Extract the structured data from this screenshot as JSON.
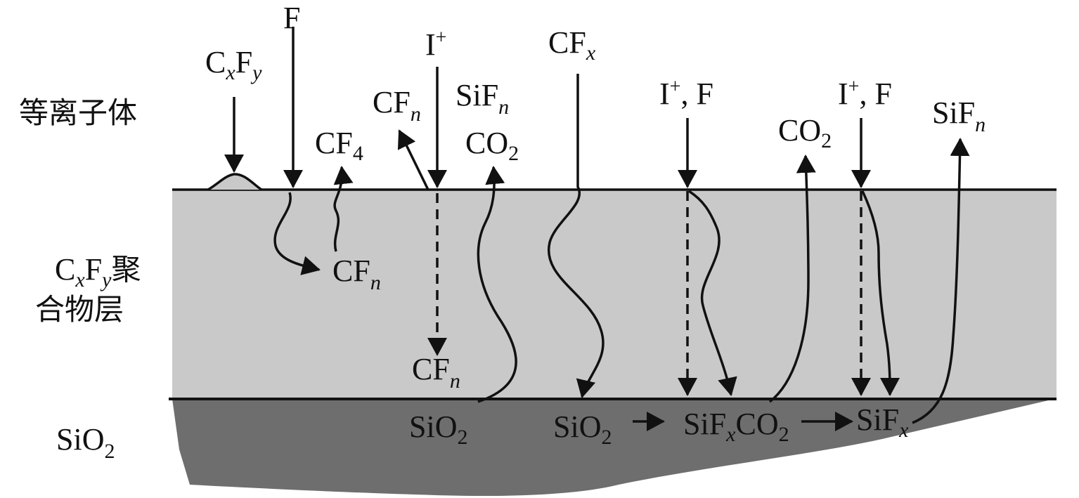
{
  "regions": {
    "plasma": "等离子体",
    "polymer_line1": "C",
    "polymer_sub1": "x",
    "polymer_f": "F",
    "polymer_sub2": "y",
    "polymer_tail": "聚",
    "polymer_line2": "合物层",
    "substrate": "SiO",
    "substrate_sub": "2"
  },
  "species": {
    "cxfy_c": "C",
    "cxfy_x": "x",
    "cxfy_f": "F",
    "cxfy_y": "y",
    "f_top": "F",
    "cf4": "CF",
    "cf4_sub": "4",
    "cfn_mid": "CF",
    "cfn_mid_sub": "n",
    "ion": "I",
    "ion_sup": "+",
    "cfn_up": "CF",
    "cfn_up_sub": "n",
    "sifn_up": "SiF",
    "sifn_up_sub": "n",
    "co2_a": "CO",
    "co2_a_sub": "2",
    "cfx": "CF",
    "cfx_sub": "x",
    "cfn_bottom": "CF",
    "cfn_bottom_sub": "n",
    "ion_f_1": "I",
    "ion_f_1_sup": "+",
    "ion_f_1_tail": ", F",
    "co2_b": "CO",
    "co2_b_sub": "2",
    "ion_f_2": "I",
    "ion_f_2_sup": "+",
    "ion_f_2_tail": ", F",
    "sifn_right": "SiF",
    "sifn_right_sub": "n"
  },
  "bottom_labels": {
    "sio2_a": "SiO",
    "sio2_a_sub": "2",
    "sio2_b": "SiO",
    "sio2_b_sub": "2",
    "sifx_co2": "SiF",
    "sifx_co2_sub": "x",
    "sifx_co2_tail": "CO",
    "sifx_co2_tail_sub": "2",
    "sifx": "SiF",
    "sifx_sub": "x"
  },
  "colors": {
    "polymer_layer": "#c9c9c9",
    "substrate": "#6e6e6e",
    "ink": "#111111"
  }
}
